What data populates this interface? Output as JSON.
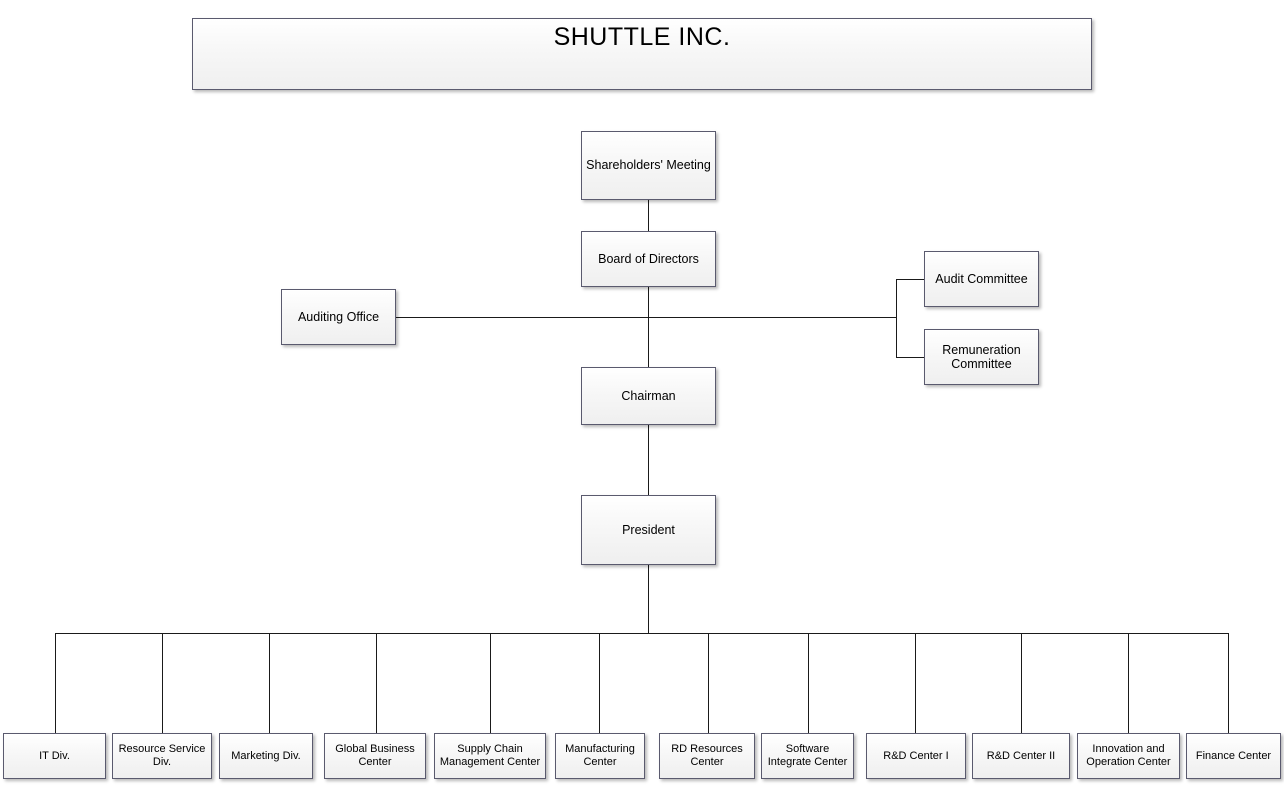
{
  "diagram": {
    "type": "organization-chart",
    "company_title": "SHUTTLE INC.",
    "nodes": {
      "shareholders_meeting": "Shareholders' Meeting",
      "board_of_directors": "Board of Directors",
      "auditing_office": "Auditing Office",
      "audit_committee": "Audit Committee",
      "remuneration_committee": "Remuneration Committee",
      "chairman": "Chairman",
      "president": "President"
    },
    "divisions": [
      {
        "label": "IT Div."
      },
      {
        "label": "Resource Service Div."
      },
      {
        "label": "Marketing Div."
      },
      {
        "label": "Global Business Center"
      },
      {
        "label": "Supply Chain Management Center"
      },
      {
        "label": "Manufacturing Center"
      },
      {
        "label": "RD Resources Center"
      },
      {
        "label": "Software Integrate Center"
      },
      {
        "label": "R&D Center I"
      },
      {
        "label": "R&D Center II"
      },
      {
        "label": "Innovation and Operation Center"
      },
      {
        "label": "Finance Center"
      }
    ],
    "colors": {
      "border": "#5a5a6e",
      "line": "#1a1a1a",
      "node_fill_top": "#ffffff",
      "node_fill_bottom": "#efefef",
      "text": "#000000"
    }
  }
}
